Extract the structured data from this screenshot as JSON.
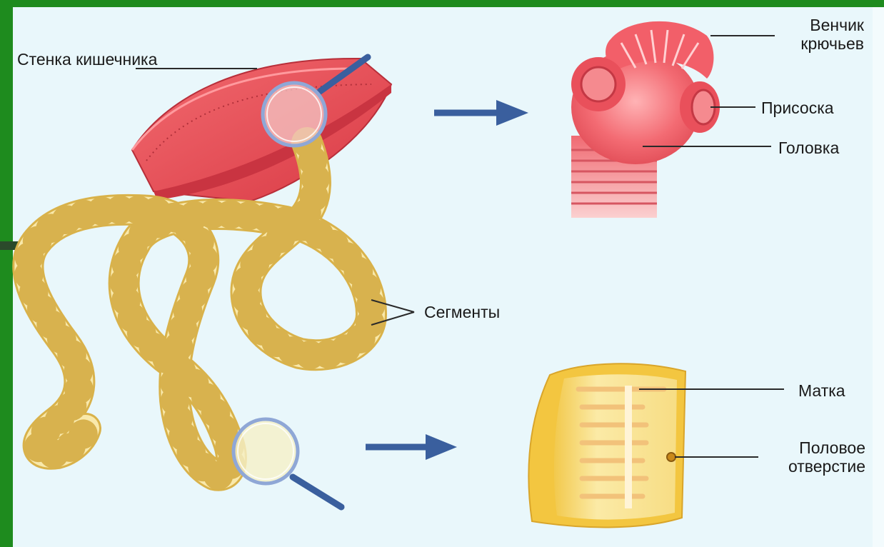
{
  "labels": {
    "intestine_wall": "Стенка кишечника",
    "hook_crown": "Венчик крючьев",
    "sucker": "Присоска",
    "head": "Головка",
    "segments": "Сегменты",
    "uterus": "Матка",
    "genital_opening": "Половое отверстие"
  },
  "colors": {
    "frame_green": "#1e8b1e",
    "background": "#e9f7fb",
    "intestine_red": "#e8474f",
    "head_pink": "#f06a72",
    "worm_yellow": "#f6e7a6",
    "arrow_blue": "#3a5f9e"
  },
  "icons": [
    "magnifier-icon",
    "arrow-right-icon"
  ]
}
